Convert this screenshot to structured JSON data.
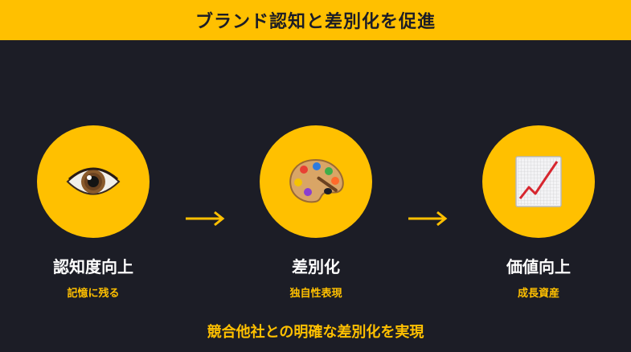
{
  "header": {
    "title": "ブランド認知と差別化を促進"
  },
  "steps": [
    {
      "icon": "eye-icon",
      "title": "認知度向上",
      "subtitle": "記憶に残る"
    },
    {
      "icon": "artist-palette-icon",
      "title": "差別化",
      "subtitle": "独自性表現"
    },
    {
      "icon": "chart-increasing-icon",
      "title": "価値向上",
      "subtitle": "成長資産"
    }
  ],
  "footer": {
    "text": "競合他社との明確な差別化を実現"
  },
  "colors": {
    "background": "#1c1d26",
    "accent": "#ffc000",
    "text": "#ffffff"
  }
}
